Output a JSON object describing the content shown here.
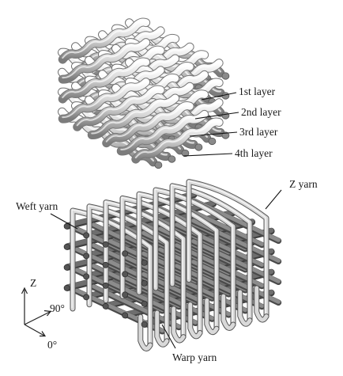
{
  "top_figure": {
    "layer_labels": [
      "1st layer",
      "2nd layer",
      "3rd layer",
      "4th layer"
    ]
  },
  "bottom_figure": {
    "weft_label": "Weft yarn",
    "z_label": "Z yarn",
    "warp_label": "Warp yarn",
    "axes": {
      "z_label": "Z",
      "angle_90_label": "90°",
      "angle_0_label": "0°"
    }
  },
  "colors": {
    "yarn_light": "#e6e6e6",
    "yarn_mid": "#a8a8a8",
    "yarn_dark": "#5a5a5a",
    "z_yarn": "#d9d9d9",
    "rod": "#6e6e6e",
    "leader": "#111111"
  }
}
